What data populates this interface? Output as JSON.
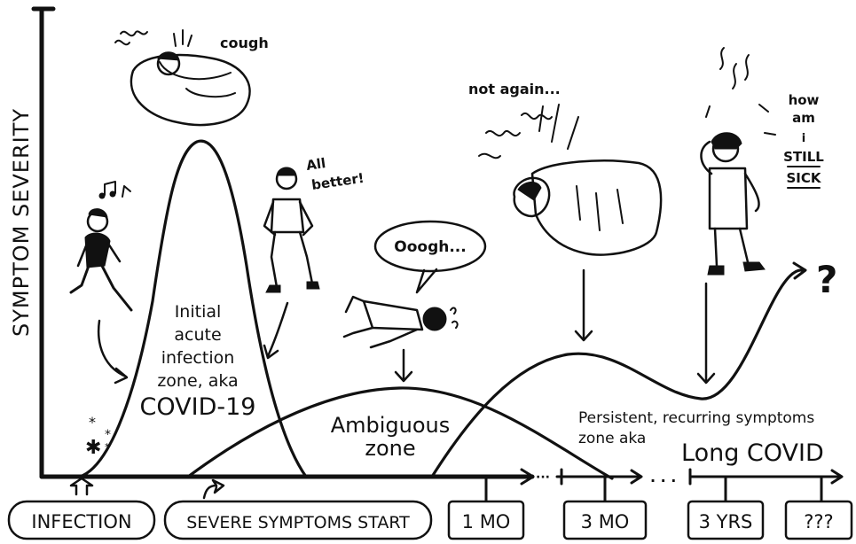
{
  "axis": {
    "y_label": "SYMPTOM SEVERITY"
  },
  "zones": {
    "initial": [
      "Initial",
      "acute",
      "infection",
      "zone, aka",
      "COVID-19"
    ],
    "ambiguous": [
      "Ambiguous",
      "zone"
    ],
    "persistent": [
      "Persistent, recurring symptoms",
      "zone aka",
      "Long COVID"
    ]
  },
  "speech": {
    "cough": "cough",
    "all_better": [
      "All",
      "better!"
    ],
    "ooogh": "Ooogh...",
    "not_again": "not again...",
    "how_am_i": [
      "how",
      "am",
      "i",
      "STILL",
      "SICK"
    ],
    "question": "?"
  },
  "timeline": {
    "infection": "INFECTION",
    "severe": "SEVERE SYMPTOMS START",
    "one_mo": "1 MO",
    "three_mo": "3 MO",
    "three_yrs": "3 YRS",
    "unknown": "???"
  },
  "icons": [
    "virus-particles-icon",
    "person-walking-music-icon",
    "person-in-bed-coughing-icon",
    "person-all-better-icon",
    "person-collapsed-icon",
    "person-in-bed-again-icon",
    "person-still-sick-icon"
  ]
}
